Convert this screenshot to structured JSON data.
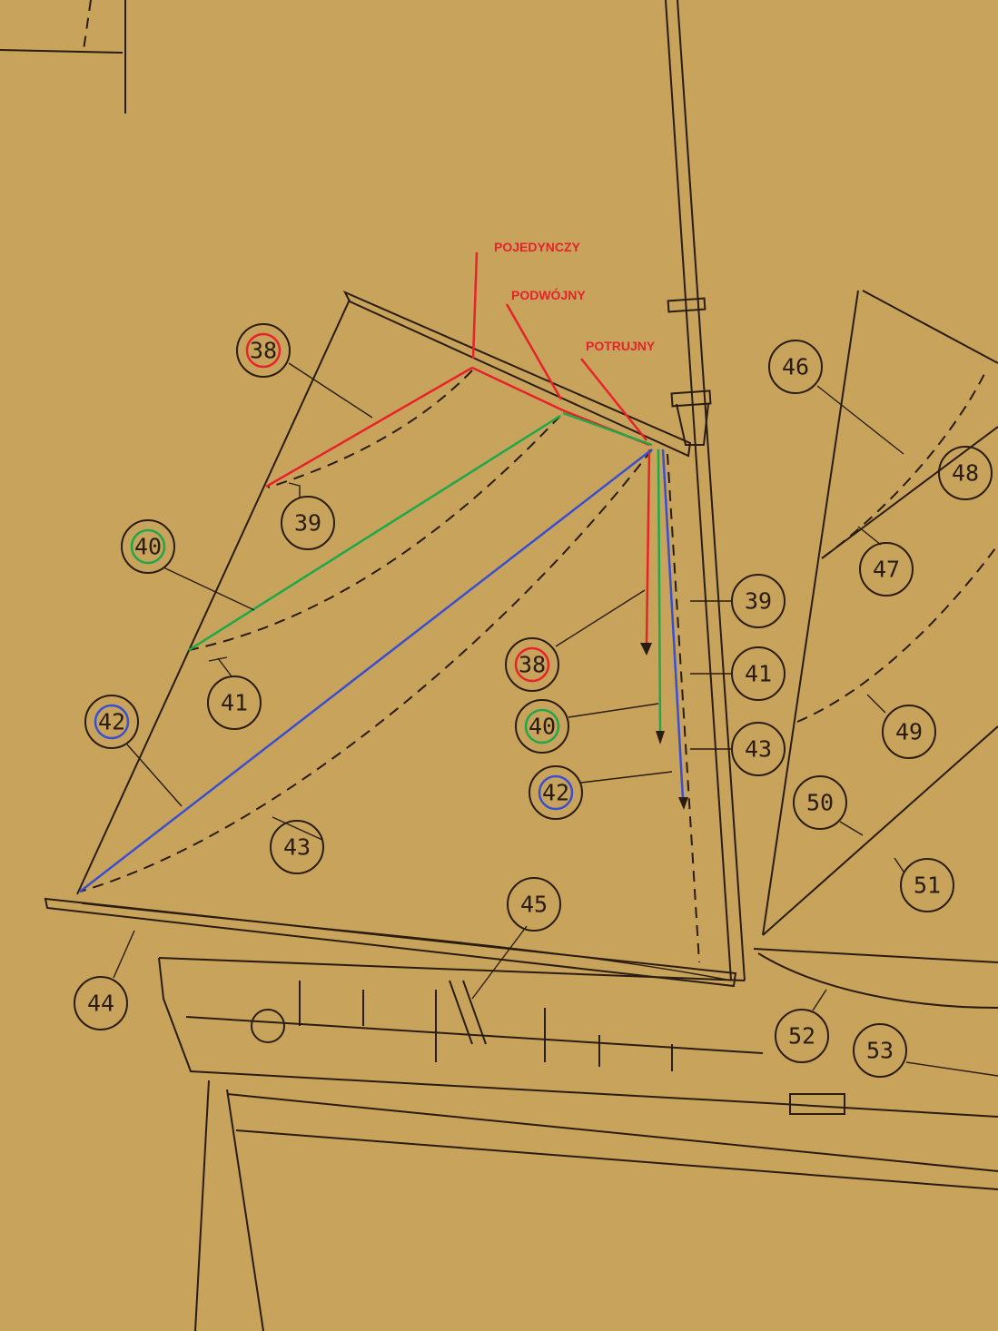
{
  "annotations": {
    "single": "POJEDYNCZY",
    "double": "PODWÓJNY",
    "triple": "POTRUJNY"
  },
  "colors": {
    "paper": "#c7a35b",
    "ink": "#2a1c10",
    "red": "#e8222a",
    "green": "#1fa84a",
    "blue": "#3a4fd0"
  },
  "callouts": [
    "38",
    "39",
    "40",
    "41",
    "42",
    "43",
    "44",
    "45",
    "38",
    "40",
    "42",
    "39",
    "41",
    "43",
    "46",
    "48",
    "47",
    "49",
    "50",
    "51",
    "52",
    "53"
  ]
}
